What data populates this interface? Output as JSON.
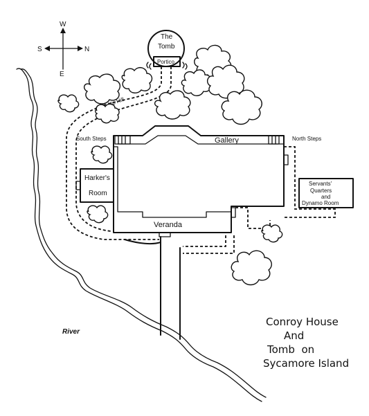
{
  "compass": {
    "north": "N",
    "south": "S",
    "east": "E",
    "west": "W"
  },
  "labels": {
    "tomb": [
      "The",
      "Tomb"
    ],
    "portico": "Portico",
    "path_up_hill": "Path Up Hill",
    "south_steps": "South Steps",
    "north_steps": "North Steps",
    "gallery": "Gallery",
    "harkers_room": [
      "Harker's",
      "Room"
    ],
    "veranda": "Veranda",
    "servants_quarters": [
      "Servants'",
      "Quarters",
      "and",
      "Dynamo Room"
    ],
    "river": "River"
  },
  "title_lines": [
    "Conroy House",
    "And",
    "Tomb  on",
    "Sycamore Island"
  ]
}
